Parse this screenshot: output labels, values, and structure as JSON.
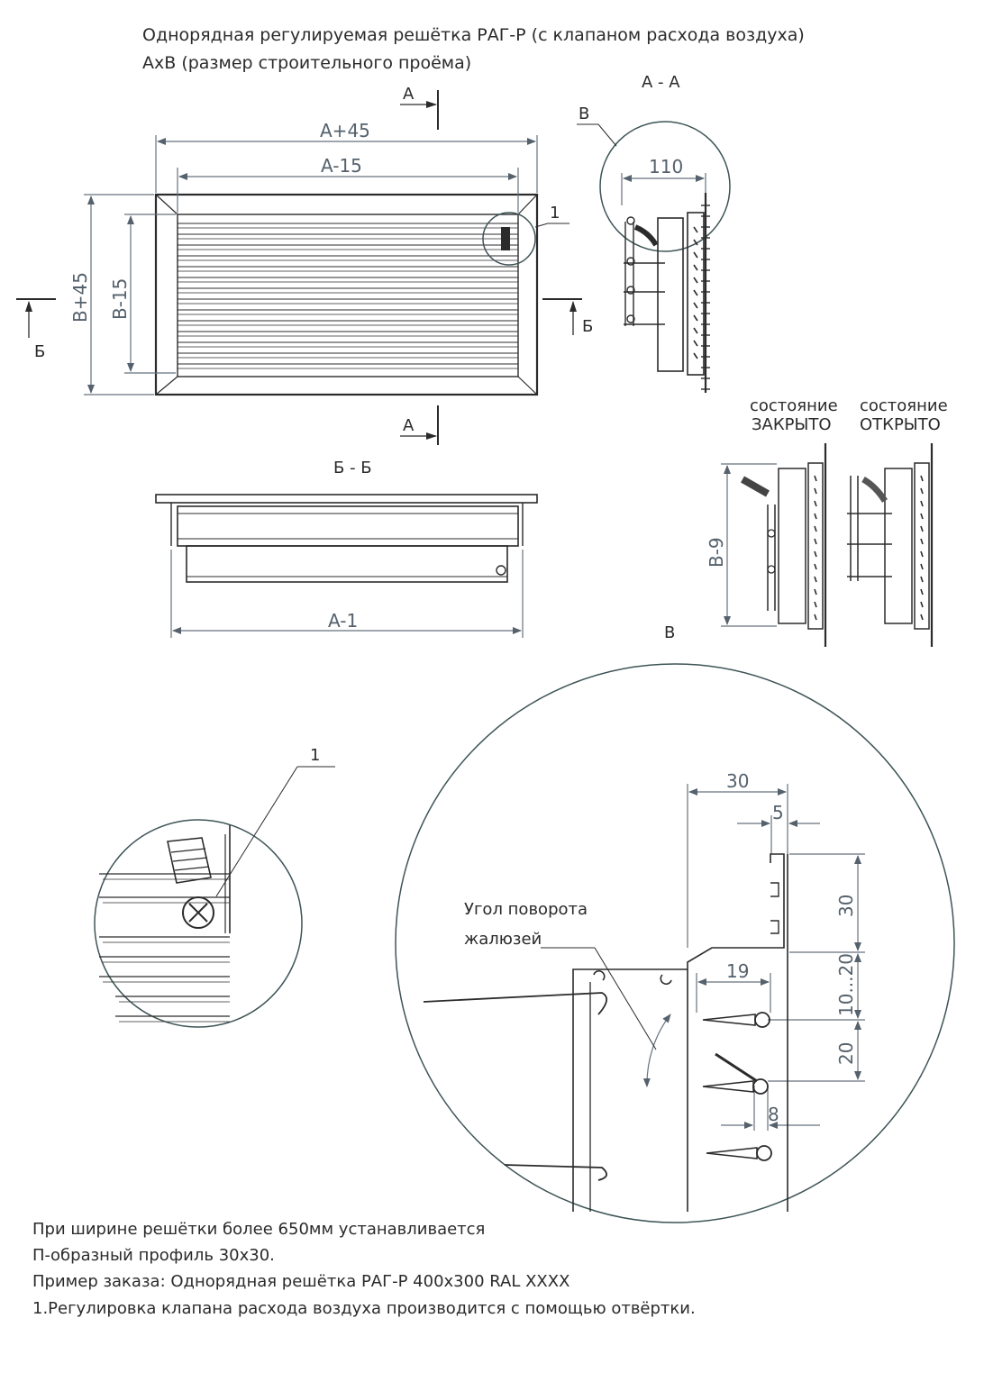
{
  "title": {
    "line1": "Однорядная регулируемая решётка РАГ-Р (с клапаном расхода воздуха)",
    "line2": "АхВ (размер строительного проёма)"
  },
  "front_view": {
    "dim_a45": "A+45",
    "dim_a15": "A-15",
    "dim_b45": "B+45",
    "dim_b15": "B-15",
    "callout": "1"
  },
  "section_marks": {
    "a": "A",
    "b": "Б"
  },
  "section_aa": {
    "title": "А - А",
    "detail_label": "В",
    "dim_110": "110"
  },
  "section_bb": {
    "title": "Б - Б",
    "dim_a1": "A-1"
  },
  "states": {
    "closed_line1": "состояние",
    "closed_line2": "ЗАКРЫТО",
    "open_line1": "состояние",
    "open_line2": "ОТКРЫТО",
    "dim_b9": "B-9",
    "view_label": "В"
  },
  "detail_1": {
    "callout": "1"
  },
  "detail_v": {
    "dim_30_top": "30",
    "dim_5": "5",
    "dim_30_side": "30",
    "dim_10_20": "10...20",
    "dim_20": "20",
    "dim_19": "19",
    "dim_8": "8",
    "angle_label_1": "Угол поворота",
    "angle_label_2": "жалюзей"
  },
  "notes": [
    "При ширине решётки более 650мм устанавливается",
    "П-образный профиль 30х30.",
    "Пример заказа: Однорядная решётка РАГ-Р 400х300 RAL XXXX",
    "1.Регулировка клапана расхода воздуха производится с помощью отвёртки."
  ]
}
